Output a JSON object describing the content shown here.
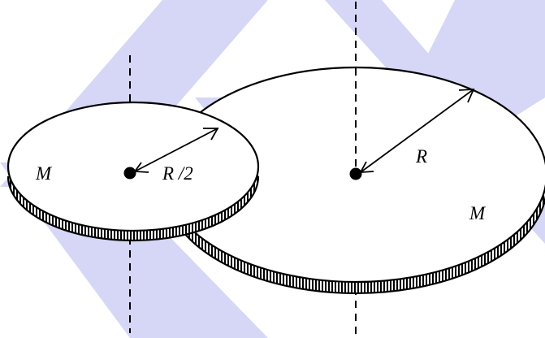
{
  "small_disk": {
    "mass_label": "M",
    "radius_label": "R /2"
  },
  "large_disk": {
    "mass_label": "M",
    "radius_label": "R"
  },
  "colors": {
    "watermark": "#d6d6f7",
    "disk_face": "#ffffff",
    "ink": "#000000"
  }
}
